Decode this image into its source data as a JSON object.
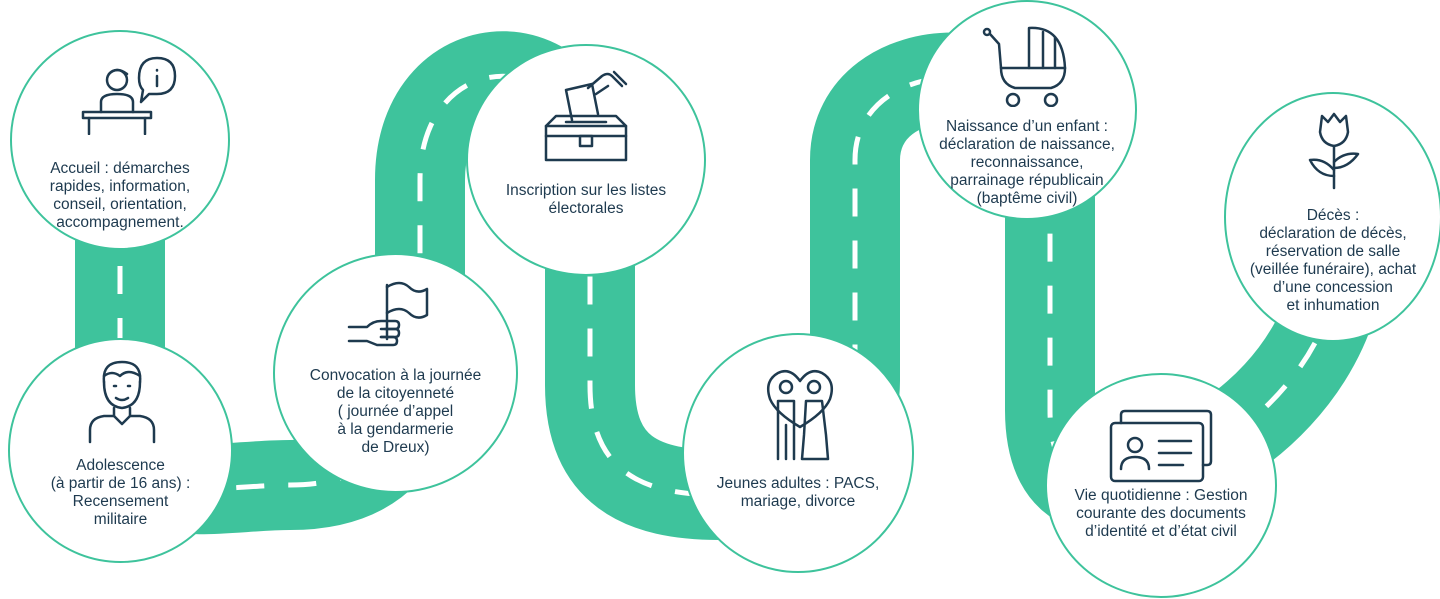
{
  "colors": {
    "road": "#3ec39c",
    "dash": "#ffffff",
    "node_border": "#3ec39c",
    "icon": "#1e3a4f",
    "text": "#1e3a4f"
  },
  "steps": [
    {
      "id": "accueil",
      "icon": "reception-desk-info-icon",
      "label": "Accueil : démarches\nrapides, information,\nconseil, orientation,\naccompagnement."
    },
    {
      "id": "adolescence",
      "icon": "teenager-icon",
      "label": "Adolescence\n(à partir de 16 ans) :\nRecensement\nmilitaire"
    },
    {
      "id": "convocation",
      "icon": "hand-flag-icon",
      "label": "Convocation à la journée\nde la citoyenneté\n( journée d’appel\nà la gendarmerie\nde Dreux)"
    },
    {
      "id": "inscription",
      "icon": "ballot-box-icon",
      "label": "Inscription sur les listes\nélectorales"
    },
    {
      "id": "jeunes-adultes",
      "icon": "couple-heart-icon",
      "label": "Jeunes adultes : PACS,\nmariage, divorce"
    },
    {
      "id": "naissance",
      "icon": "baby-stroller-icon",
      "label": "Naissance d’un enfant :\ndéclaration de naissance,\nreconnaissance,\nparrainage républicain\n(baptême civil)"
    },
    {
      "id": "vie-quotidienne",
      "icon": "id-card-icon",
      "label": "Vie quotidienne : Gestion\ncourante des documents\nd’identité et d’état civil"
    },
    {
      "id": "deces",
      "icon": "flower-icon",
      "label": "Décès :\ndéclaration de décès,\nréservation de salle\n(veillée funéraire), achat\nd’une concession\net inhumation"
    }
  ]
}
